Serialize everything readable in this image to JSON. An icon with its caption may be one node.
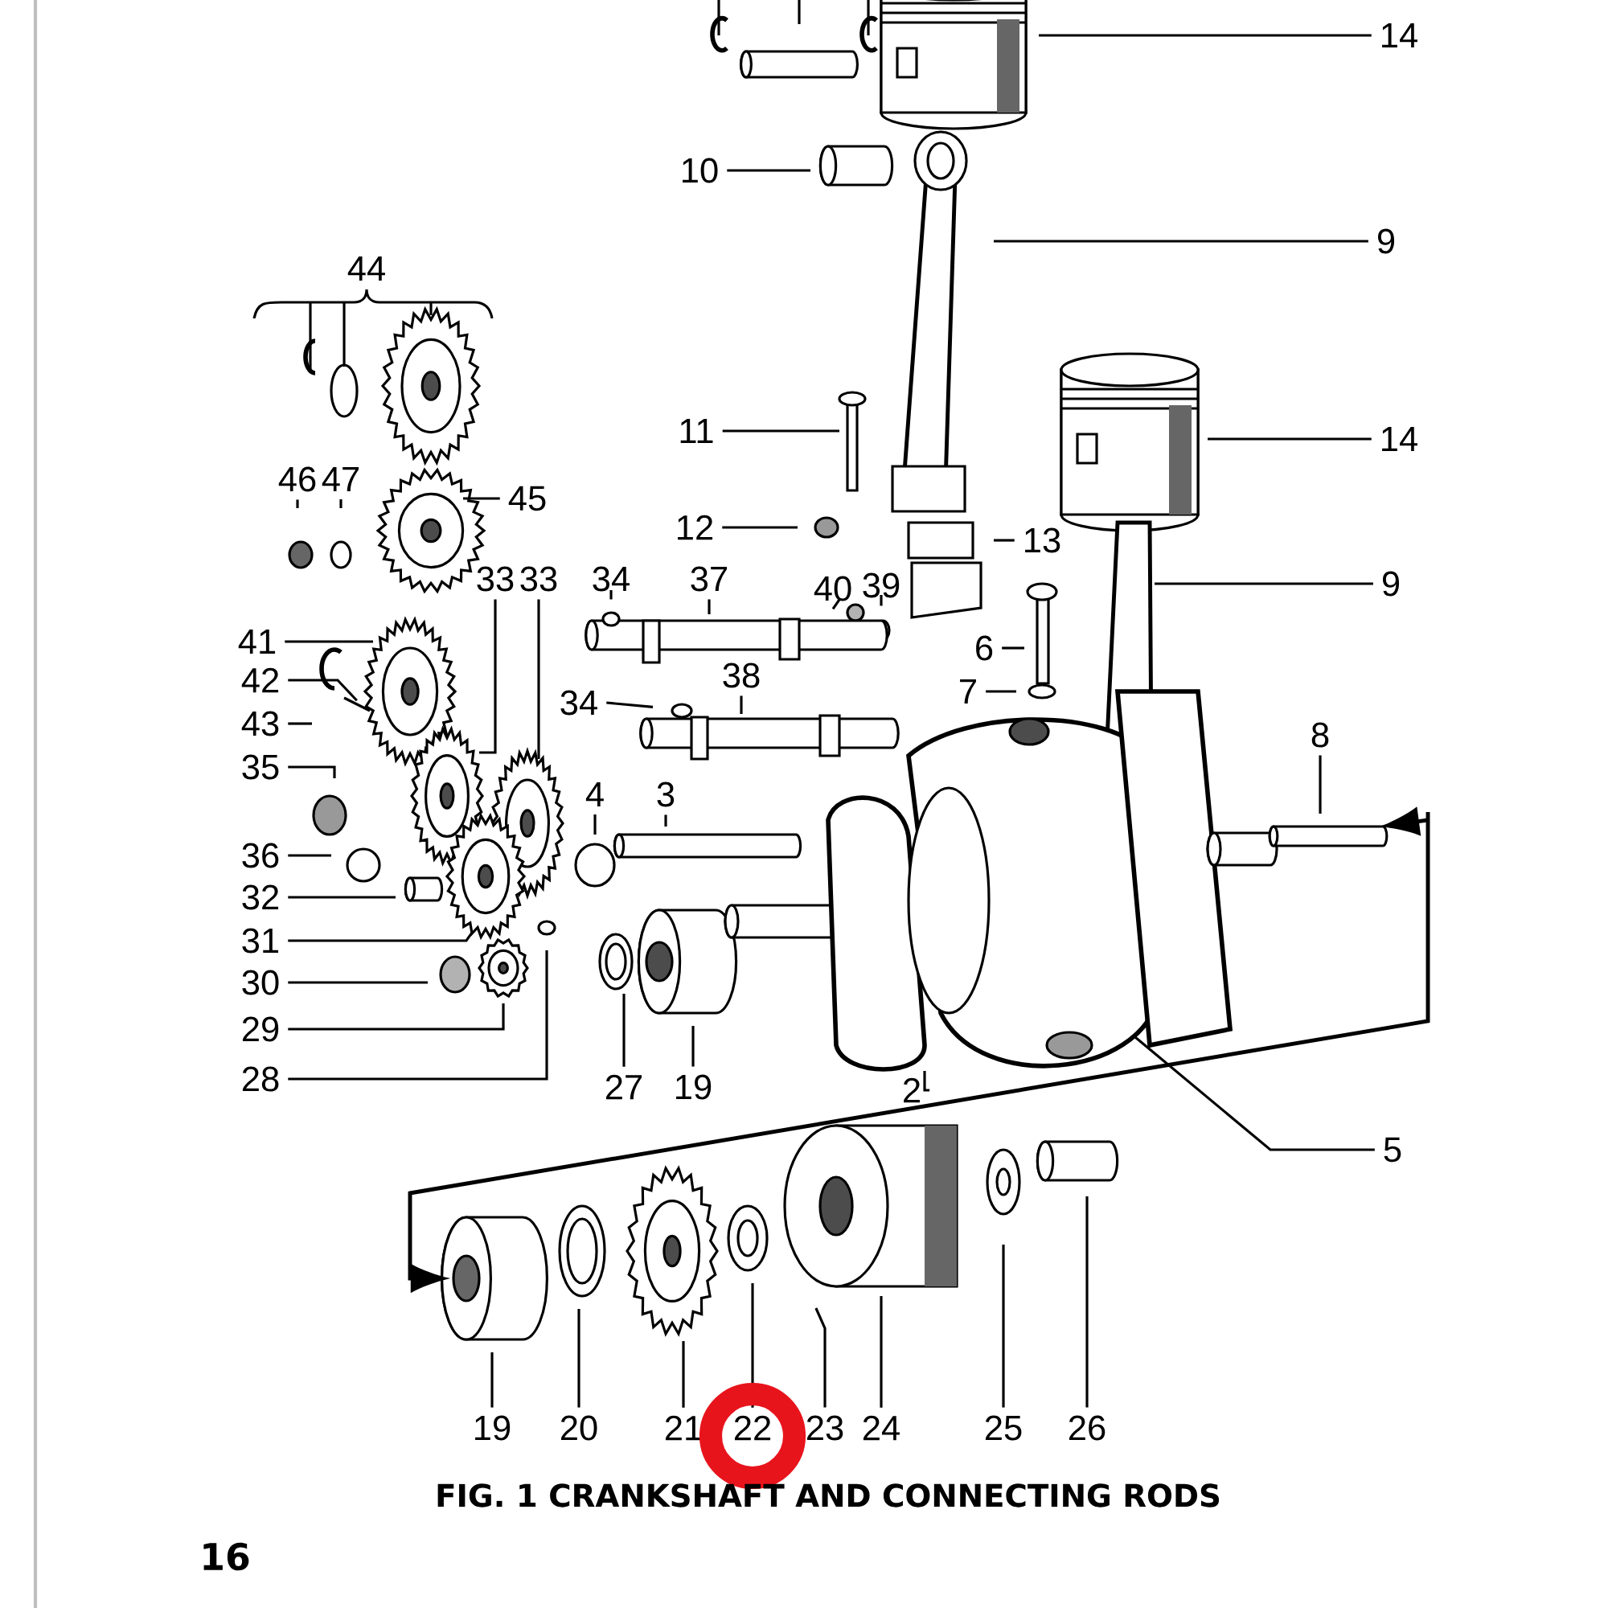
{
  "diagram": {
    "caption": "FIG. 1 CRANKSHAFT AND CONNECTING RODS",
    "nodes": [
      {
        "text": [
          "14"
        ]
      },
      {
        "text": [
          "10"
        ]
      },
      {
        "text": [
          "9"
        ]
      },
      {
        "text": [
          "44"
        ]
      },
      {
        "text": [
          "11"
        ]
      },
      {
        "text": [
          "14"
        ]
      },
      {
        "text": [
          "46"
        ]
      },
      {
        "text": [
          "47"
        ]
      },
      {
        "text": [
          "45"
        ]
      },
      {
        "text": [
          "12"
        ]
      },
      {
        "text": [
          "13"
        ]
      },
      {
        "text": [
          "33"
        ]
      },
      {
        "text": [
          "33"
        ]
      },
      {
        "text": [
          "34"
        ]
      },
      {
        "text": [
          "37"
        ]
      },
      {
        "text": [
          "40"
        ]
      },
      {
        "text": [
          "39"
        ]
      },
      {
        "text": [
          "9"
        ]
      },
      {
        "text": [
          "41"
        ]
      },
      {
        "text": [
          "6"
        ]
      },
      {
        "text": [
          "42"
        ]
      },
      {
        "text": [
          "38"
        ]
      },
      {
        "text": [
          "34"
        ]
      },
      {
        "text": [
          "7"
        ]
      },
      {
        "text": [
          "43"
        ]
      },
      {
        "text": [
          "35"
        ]
      },
      {
        "text": [
          "8"
        ]
      },
      {
        "text": [
          "4"
        ]
      },
      {
        "text": [
          "3"
        ]
      },
      {
        "text": [
          "36"
        ]
      },
      {
        "text": [
          "32"
        ]
      },
      {
        "text": [
          "31"
        ]
      },
      {
        "text": [
          "30"
        ]
      },
      {
        "text": [
          "29"
        ]
      },
      {
        "text": [
          "28"
        ]
      },
      {
        "text": [
          "27"
        ]
      },
      {
        "text": [
          "19"
        ]
      },
      {
        "text": [
          "2"
        ]
      },
      {
        "text": [
          "5"
        ]
      },
      {
        "text": [
          "19"
        ]
      },
      {
        "text": [
          "20"
        ]
      },
      {
        "text": [
          "21"
        ]
      },
      {
        "text": [
          "22"
        ]
      },
      {
        "text": [
          "23"
        ]
      },
      {
        "text": [
          "24"
        ]
      },
      {
        "text": [
          "25"
        ]
      },
      {
        "text": [
          "26"
        ]
      }
    ],
    "edges": [
      {
        "from": 0,
        "to": null,
        "arrow": "none"
      },
      {
        "from": 1,
        "to": null,
        "arrow": "none"
      },
      {
        "from": 2,
        "to": null,
        "arrow": "none"
      },
      {
        "from": 4,
        "to": null,
        "arrow": "none"
      },
      {
        "from": 5,
        "to": null,
        "arrow": "none"
      },
      {
        "from": 6,
        "to": null,
        "arrow": "none"
      },
      {
        "from": 7,
        "to": null,
        "arrow": "none"
      },
      {
        "from": 8,
        "to": null,
        "arrow": "none"
      },
      {
        "from": 9,
        "to": null,
        "arrow": "none"
      },
      {
        "from": 10,
        "to": null,
        "arrow": "none"
      },
      {
        "from": 11,
        "to": null,
        "arrow": "none"
      },
      {
        "from": 12,
        "to": null,
        "arrow": "none"
      },
      {
        "from": 13,
        "to": null,
        "arrow": "none"
      },
      {
        "from": 14,
        "to": null,
        "arrow": "none"
      },
      {
        "from": 15,
        "to": null,
        "arrow": "none"
      },
      {
        "from": 16,
        "to": null,
        "arrow": "none"
      },
      {
        "from": 17,
        "to": null,
        "arrow": "none"
      },
      {
        "from": 18,
        "to": null,
        "arrow": "none"
      },
      {
        "from": 19,
        "to": null,
        "arrow": "none"
      },
      {
        "from": 20,
        "to": null,
        "arrow": "none"
      },
      {
        "from": 21,
        "to": null,
        "arrow": "none"
      },
      {
        "from": 22,
        "to": null,
        "arrow": "none"
      },
      {
        "from": 23,
        "to": null,
        "arrow": "none"
      },
      {
        "from": 24,
        "to": null,
        "arrow": "none"
      },
      {
        "from": 25,
        "to": null,
        "arrow": "none"
      },
      {
        "from": 26,
        "to": null,
        "arrow": "none"
      },
      {
        "from": 27,
        "to": null,
        "arrow": "none"
      },
      {
        "from": 28,
        "to": null,
        "arrow": "none"
      },
      {
        "from": 29,
        "to": null,
        "arrow": "none"
      },
      {
        "from": 30,
        "to": null,
        "arrow": "none"
      },
      {
        "from": 31,
        "to": null,
        "arrow": "none"
      },
      {
        "from": 32,
        "to": null,
        "arrow": "none"
      },
      {
        "from": 33,
        "to": null,
        "arrow": "none"
      },
      {
        "from": 34,
        "to": null,
        "arrow": "none"
      },
      {
        "from": 35,
        "to": null,
        "arrow": "none"
      },
      {
        "from": 36,
        "to": null,
        "arrow": "none"
      },
      {
        "from": 37,
        "to": null,
        "arrow": "none"
      },
      {
        "from": 38,
        "to": null,
        "arrow": "none"
      },
      {
        "from": 39,
        "to": null,
        "arrow": "none"
      },
      {
        "from": 40,
        "to": null,
        "arrow": "none"
      },
      {
        "from": 41,
        "to": null,
        "arrow": "none"
      },
      {
        "from": 42,
        "to": null,
        "arrow": "none"
      },
      {
        "from": 43,
        "to": null,
        "arrow": "none"
      },
      {
        "from": 44,
        "to": null,
        "arrow": "none"
      },
      {
        "from": 45,
        "to": null,
        "arrow": "none"
      },
      {
        "from": 46,
        "to": null,
        "arrow": "none"
      }
    ],
    "labels": [
      "16"
    ]
  }
}
